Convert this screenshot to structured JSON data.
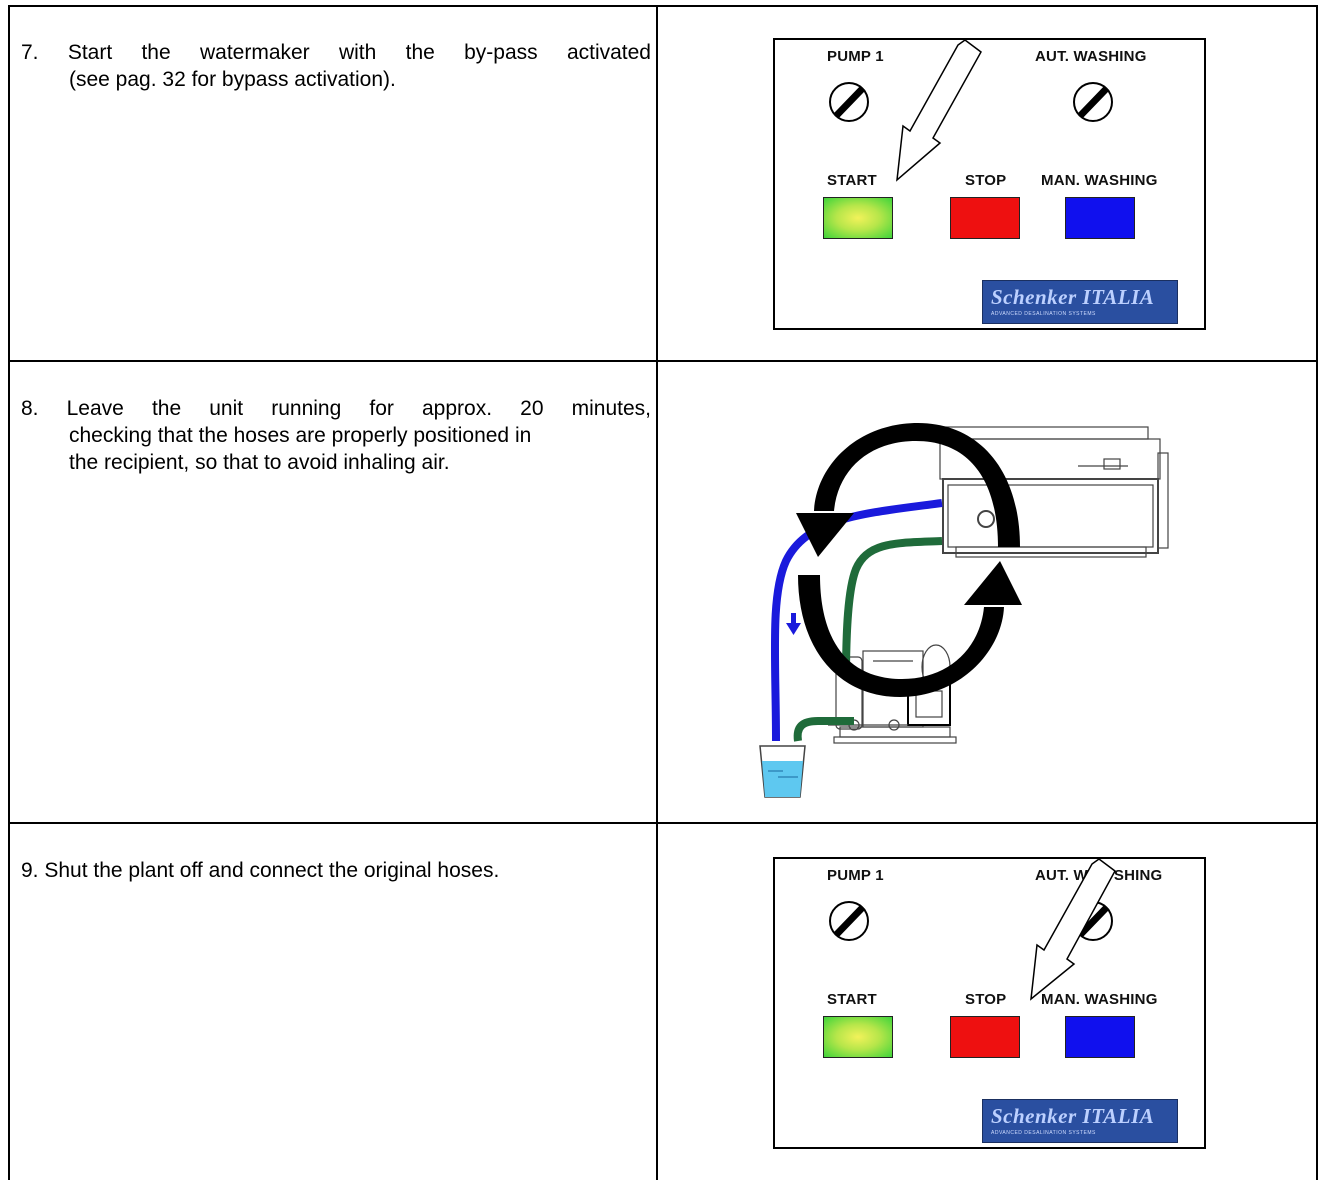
{
  "steps": [
    {
      "number": "7.",
      "line1": "Start the watermaker with the by-pass activated",
      "line2": "(see pag. 32 for bypass activation)."
    },
    {
      "number": "8.",
      "line1": "Leave the unit running for approx. 20 minutes,",
      "line2": "checking that the hoses are properly positioned in",
      "line3": "the recipient, so that to avoid inhaling air."
    },
    {
      "number": "9.",
      "line1": "Shut the plant off and connect the original hoses."
    }
  ],
  "panel": {
    "pump_label": "PUMP 1",
    "aut_washing_label": "AUT. WASHING",
    "start_label": "START",
    "stop_label": "STOP",
    "man_washing_label": "MAN. WASHING",
    "logo_text": "Schenker ITALIA",
    "logo_subtext": "ADVANCED DESALINATION SYSTEMS"
  },
  "panel_bottom": {
    "pump_label": "PUMP 1",
    "aut_washing_label": "AUT. W",
    "aut_washing_label_end": "SHING",
    "start_label": "START",
    "stop_label": "STOP",
    "man_washing_label": "MAN. WASHING",
    "logo_text": "Schenker ITALIA",
    "logo_subtext": "ADVANCED DESALINATION SYSTEMS"
  },
  "colors": {
    "start_button": "#7de63e",
    "stop_button": "#ee1010",
    "man_washing_button": "#1010ee",
    "logo_background": "#2a4fa0",
    "blue_hose": "#1a1adc",
    "green_hose": "#1f6b3a",
    "water": "#5ec8f0"
  },
  "icons": {
    "knob": "rotary-selector-icon",
    "pointer_arrow": "pointer-arrow-icon",
    "circulation_arrows": "circular-arrows-icon",
    "flow_arrow": "down-arrow-icon"
  }
}
